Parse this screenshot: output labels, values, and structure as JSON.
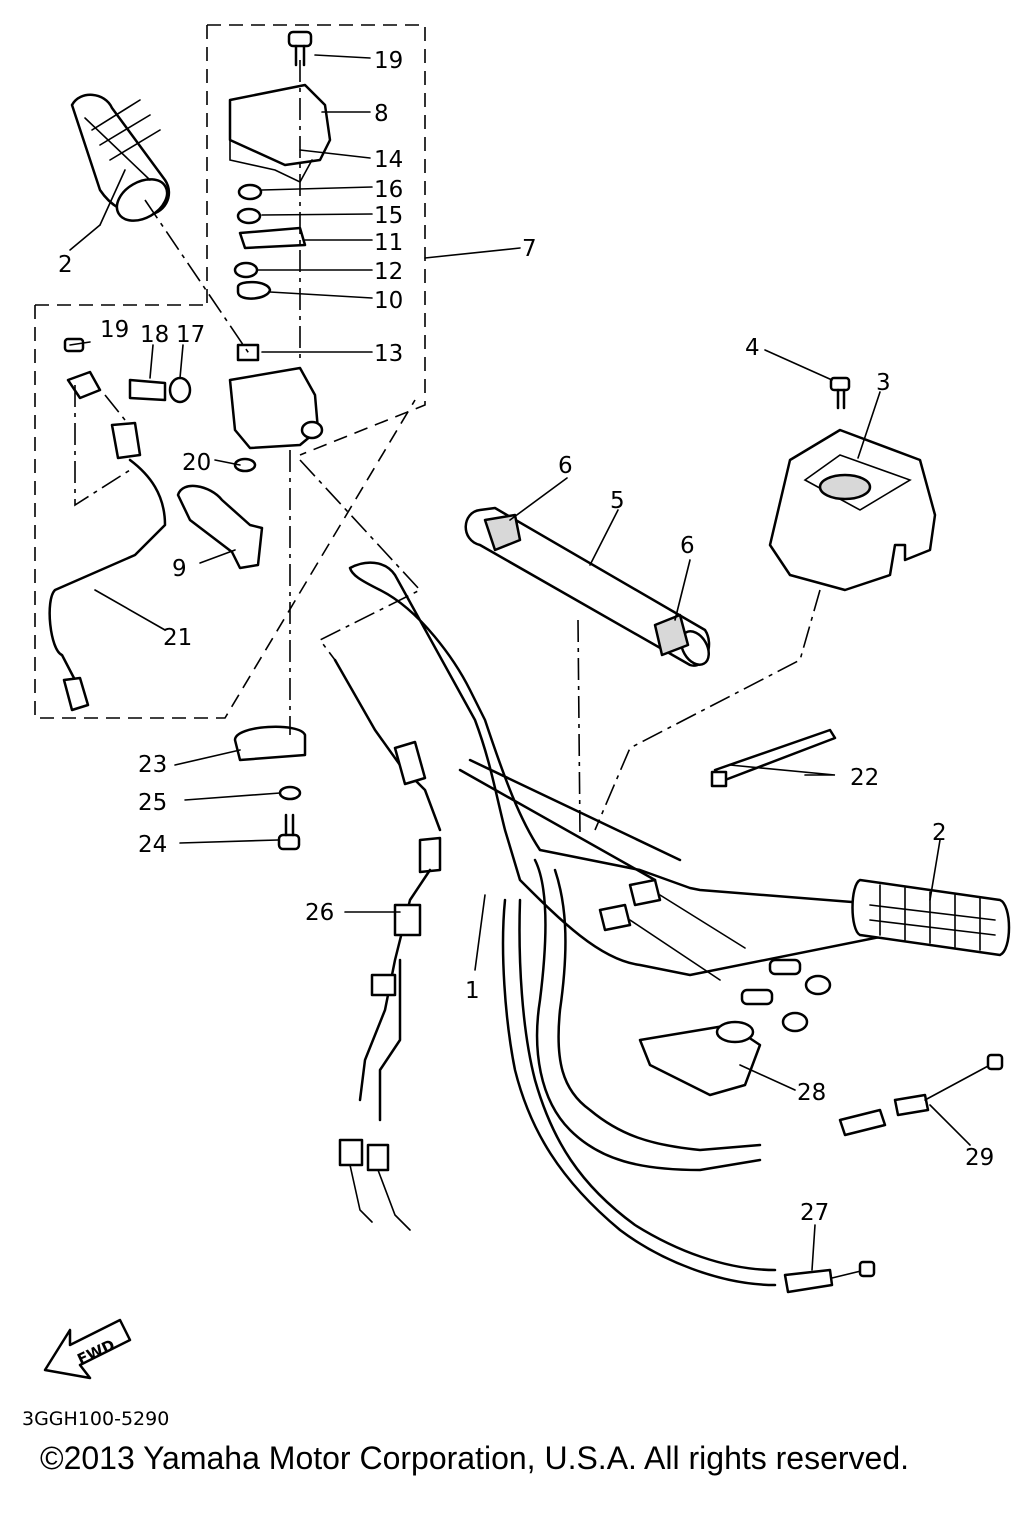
{
  "diagram": {
    "callouts": {
      "c1": "1",
      "c2a": "2",
      "c2b": "2",
      "c3": "3",
      "c4": "4",
      "c5": "5",
      "c6a": "6",
      "c6b": "6",
      "c7": "7",
      "c8": "8",
      "c9": "9",
      "c10": "10",
      "c11": "11",
      "c12": "12",
      "c13": "13",
      "c14": "14",
      "c15": "15",
      "c16": "16",
      "c17": "17",
      "c18": "18",
      "c19a": "19",
      "c19b": "19",
      "c20": "20",
      "c21": "21",
      "c22": "22",
      "c23": "23",
      "c24": "24",
      "c25": "25",
      "c26": "26",
      "c27": "27",
      "c28": "28",
      "c29": "29"
    },
    "fwd_label": "FWD",
    "diagram_code": "3GGH100-5290"
  },
  "footer": {
    "copyright": "©2013 Yamaha Motor Corporation, U.S.A. All rights reserved."
  }
}
